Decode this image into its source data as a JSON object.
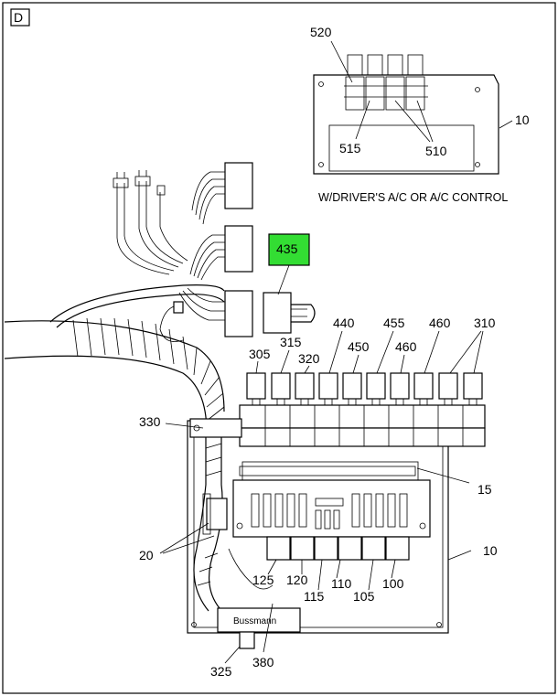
{
  "panel_letter": "D",
  "inset_caption": "W/DRIVER'S A/C OR A/C CONTROL",
  "highlight": {
    "label": "435",
    "color": "#33dd33"
  },
  "brand_text": "Bussmann",
  "callouts": {
    "c520": "520",
    "c515": "515",
    "c510": "510",
    "c10a": "10",
    "c305": "305",
    "c315": "315",
    "c320": "320",
    "c440": "440",
    "c450": "450",
    "c455": "455",
    "c460a": "460",
    "c460b": "460",
    "c310": "310",
    "c330": "330",
    "c15": "15",
    "c20": "20",
    "c10b": "10",
    "c125": "125",
    "c120": "120",
    "c115": "115",
    "c110": "110",
    "c105": "105",
    "c100": "100",
    "c325": "325",
    "c380": "380"
  }
}
